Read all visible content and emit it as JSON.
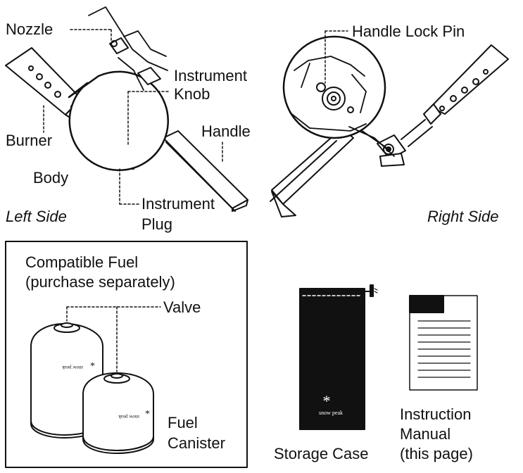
{
  "labels": {
    "nozzle": "Nozzle",
    "burner": "Burner",
    "body": "Body",
    "instrument_knob_1": "Instrument",
    "instrument_knob_2": "Knob",
    "handle": "Handle",
    "instrument_plug_1": "Instrument",
    "instrument_plug_2": "Plug",
    "handle_lock_pin": "Handle Lock Pin",
    "left_side": "Left Side",
    "right_side": "Right Side",
    "compatible_fuel_1": "Compatible Fuel",
    "compatible_fuel_2": "(purchase separately)",
    "valve": "Valve",
    "fuel_canister_1": "Fuel",
    "fuel_canister_2": "Canister",
    "storage_case": "Storage Case",
    "instruction_manual_1": "Instruction",
    "instruction_manual_2": "Manual",
    "instruction_manual_3": "(this page)"
  },
  "logos": {
    "brand": "snow peak",
    "asterisk": "*"
  },
  "colors": {
    "ink": "#111111",
    "paper": "#ffffff",
    "case_fill": "#111111",
    "canister_fill": "#ffffff"
  }
}
